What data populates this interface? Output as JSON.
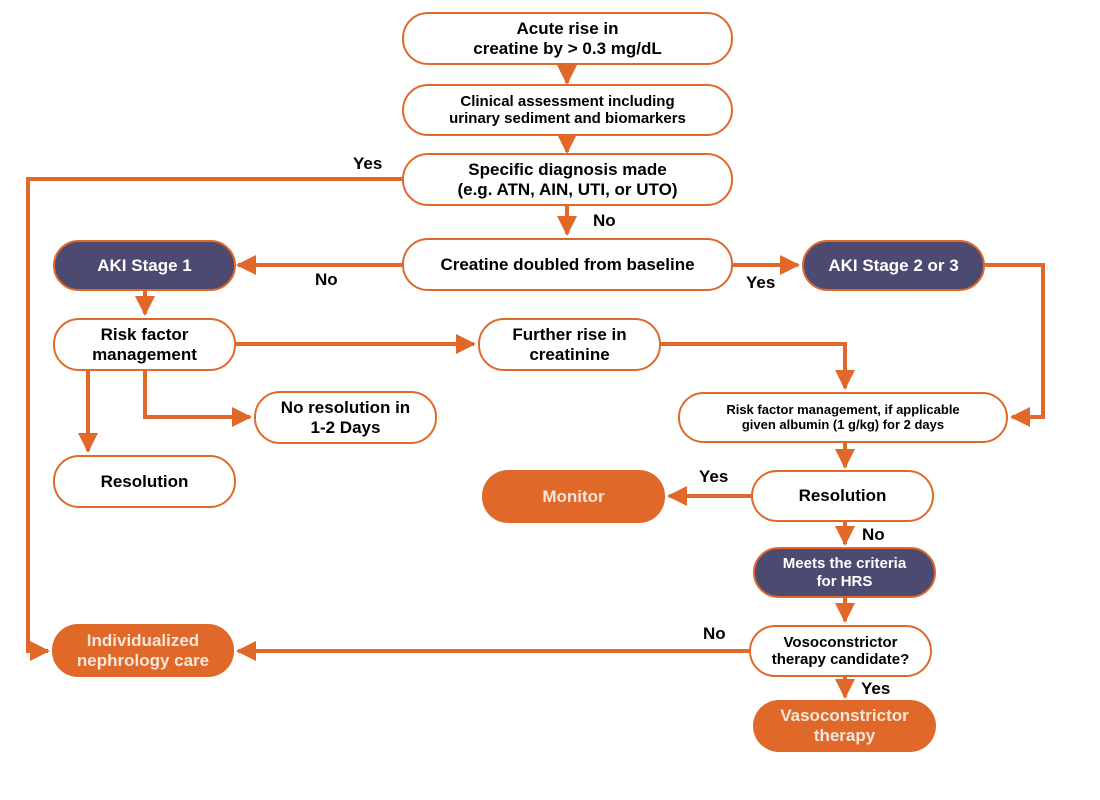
{
  "colors": {
    "accent": "#e0692a",
    "stage": "#4d4a72",
    "text": "#000000",
    "background": "#ffffff"
  },
  "nodes": {
    "acute_rise": [
      "Acute rise in",
      "creatine by > 0.3 mg/dL"
    ],
    "clinical_assessment": [
      "Clinical assessment including",
      "urinary sediment and biomarkers"
    ],
    "specific_diagnosis": [
      "Specific diagnosis made",
      "(e.g. ATN, AIN, UTI, or UTO)"
    ],
    "creatine_doubled": [
      "Creatine doubled from baseline"
    ],
    "aki_stage_1": [
      "AKI Stage 1"
    ],
    "aki_stage_2_3": [
      "AKI Stage 2 or 3"
    ],
    "risk_factor_management_left": [
      "Risk factor",
      "management"
    ],
    "further_rise": [
      "Further rise in",
      "creatinine"
    ],
    "no_resolution": [
      "No resolution in",
      "1-2 Days"
    ],
    "resolution_left": [
      "Resolution"
    ],
    "risk_factor_albumin": [
      "Risk factor management, if applicable",
      "given albumin (1 g/kg) for 2 days"
    ],
    "monitor": [
      "Monitor"
    ],
    "resolution_right": [
      "Resolution"
    ],
    "meets_hrs": [
      "Meets the criteria",
      "for HRS"
    ],
    "vasoconstrictor_candidate": [
      "Vosoconstrictor",
      "therapy candidate?"
    ],
    "individualized_care": [
      "Individualized",
      "nephrology care"
    ],
    "vasoconstrictor_therapy": [
      "Vasoconstrictor",
      "therapy"
    ]
  },
  "edge_labels": {
    "diagnosis_yes": "Yes",
    "diagnosis_no": "No",
    "doubled_no": "No",
    "doubled_yes": "Yes",
    "resolution_yes": "Yes",
    "resolution_no": "No",
    "candidate_no": "No",
    "candidate_yes": "Yes"
  }
}
